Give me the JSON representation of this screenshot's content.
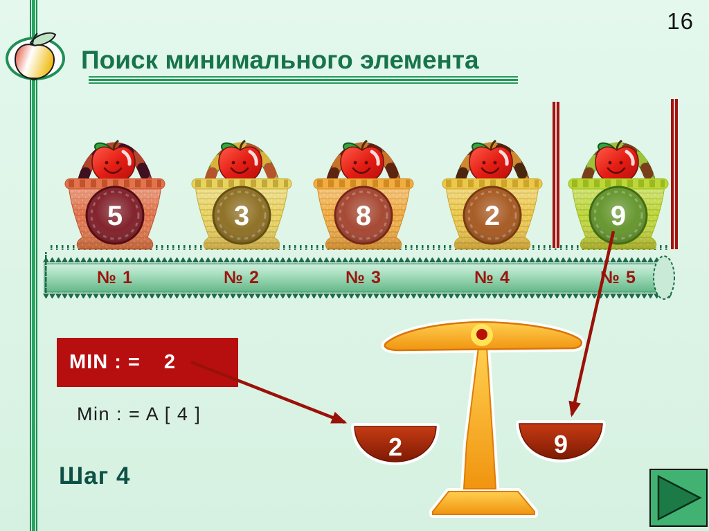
{
  "slide": {
    "page_number": "16",
    "title": "Поиск минимального элемента",
    "step_label": "Шаг 4"
  },
  "baskets": [
    {
      "value": "5",
      "label": "№ 1",
      "colors": {
        "body": "#e2744d",
        "bodyDark": "#c2512c",
        "circle": "#7c1822",
        "circleEdge": "#570d13",
        "handleA": "#7a1f2b",
        "handleB": "#b3452c",
        "handleC": "#3f1020"
      }
    },
    {
      "value": "3",
      "label": "№ 2",
      "colors": {
        "body": "#e8d35f",
        "bodyDark": "#c4a93a",
        "circle": "#8a6b1d",
        "circleEdge": "#655012",
        "handleA": "#4f7a28",
        "handleB": "#d8b33c",
        "handleC": "#b5542a"
      }
    },
    {
      "value": "8",
      "label": "№ 3",
      "colors": {
        "body": "#f1ac42",
        "bodyDark": "#d18b21",
        "circle": "#a2402a",
        "circleEdge": "#782817",
        "handleA": "#7a3a1a",
        "handleB": "#c8732c",
        "handleC": "#5d2410"
      }
    },
    {
      "value": "2",
      "label": "№ 4",
      "colors": {
        "body": "#ecc84a",
        "bodyDark": "#cda52a",
        "circle": "#a3541a",
        "circleEdge": "#793c10",
        "handleA": "#6b3a16",
        "handleB": "#cf8a30",
        "handleC": "#4a270e"
      }
    },
    {
      "value": "9",
      "label": "№ 5",
      "colors": {
        "body": "#bcd838",
        "bodyDark": "#9cba1f",
        "circle": "#5f9226",
        "circleEdge": "#426d15",
        "handleA": "#3f7d22",
        "handleB": "#9dc33a",
        "handleC": "#7a3f1a"
      }
    }
  ],
  "min_box": {
    "label": "MIN : =",
    "value": "2"
  },
  "expression": "Min : = A [ 4 ]",
  "scale": {
    "left_pan_value": "2",
    "right_pan_value": "9"
  },
  "colors": {
    "background": "#dcf4e6",
    "accent_green": "#1f8f55",
    "title_green": "#17744a",
    "step_teal": "#0d5146",
    "min_box_red": "#b70f10",
    "arrow_red": "#9a1108",
    "marker_red": "#a31310",
    "shelf_border_green": "#1d6b4a",
    "shelf_label_red": "#9d140e",
    "scale_orange": "#f5a01b",
    "pan_red": "#a32508",
    "nav_button_green": "#41b271",
    "nav_triangle_green": "#1c7a46"
  }
}
